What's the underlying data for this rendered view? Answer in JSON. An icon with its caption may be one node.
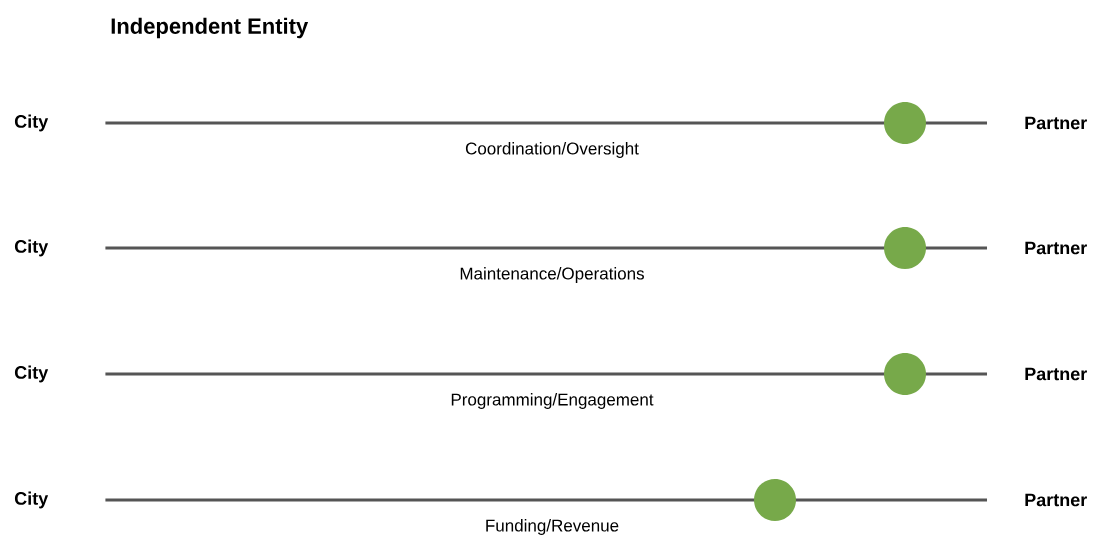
{
  "diagram": {
    "title": "Independent Entity",
    "nodes": [
      {
        "text": [
          "City"
        ]
      },
      {
        "text": [
          "Partner"
        ]
      },
      {
        "text": [
          "City"
        ]
      },
      {
        "text": [
          "Partner"
        ]
      },
      {
        "text": [
          "City"
        ]
      },
      {
        "text": [
          "Partner"
        ]
      },
      {
        "text": [
          "City"
        ]
      },
      {
        "text": [
          "Partner"
        ]
      }
    ],
    "edges": [
      {
        "from": 0,
        "to": 1,
        "arrow": "none",
        "label": "Coordination/Oversight"
      },
      {
        "from": 2,
        "to": 3,
        "arrow": "none",
        "label": "Maintenance/Operations"
      },
      {
        "from": 4,
        "to": 5,
        "arrow": "none",
        "label": "Programming/Engagement"
      },
      {
        "from": 6,
        "to": 7,
        "arrow": "none",
        "label": "Funding/Revenue"
      }
    ]
  }
}
